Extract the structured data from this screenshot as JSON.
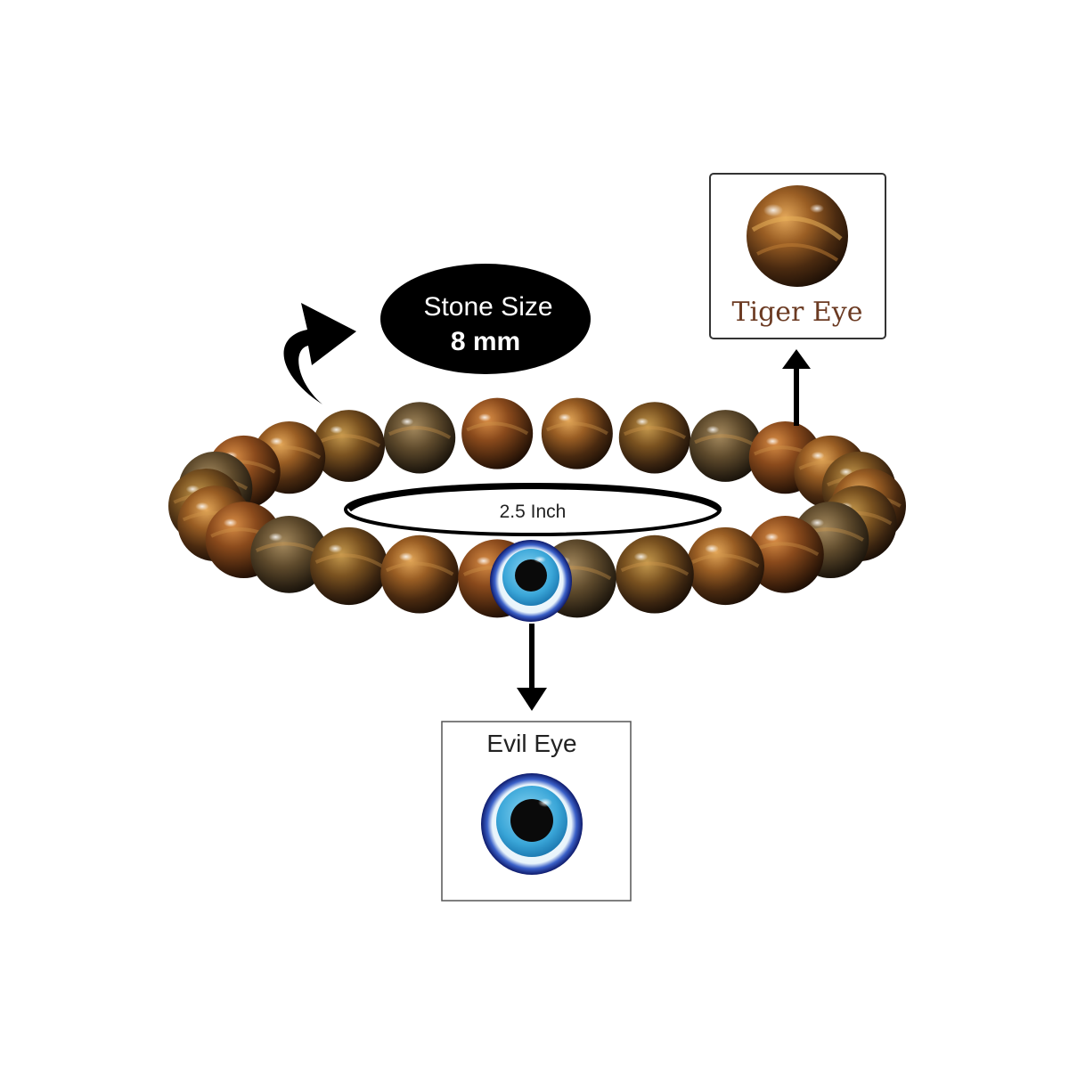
{
  "callouts": {
    "stone_size_line1": "Stone Size",
    "stone_size_line2": "8 mm",
    "diameter": "2.5 Inch",
    "tiger_eye": "Tiger Eye",
    "evil_eye": "Evil Eye"
  },
  "colors": {
    "background": "#ffffff",
    "badge": "#000000",
    "tiger_eye_text": "#6b3a22",
    "evil_eye_blue": "#3aa6d8",
    "evil_eye_navy": "#1a2a8a"
  },
  "bracelet": {
    "bead_count": 25,
    "stone_type": "Tiger Eye",
    "charm": "Evil Eye"
  }
}
